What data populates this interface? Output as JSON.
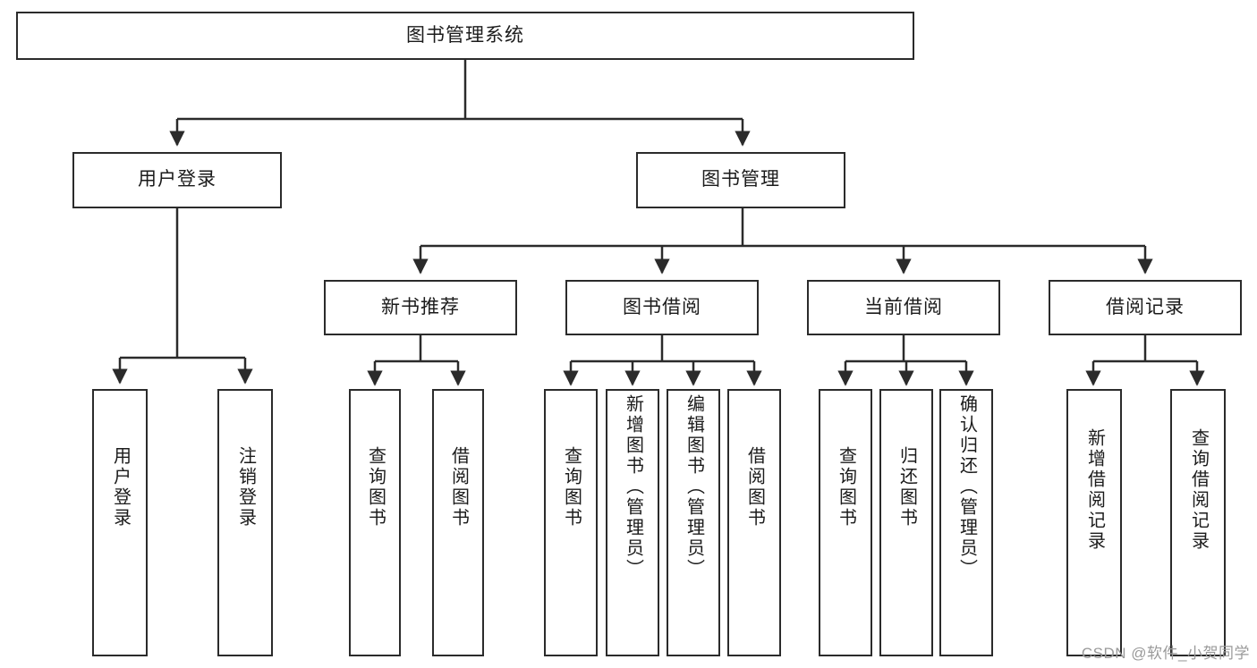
{
  "diagram": {
    "type": "tree-hierarchy-flowchart",
    "title": "图书管理系统",
    "colors": {
      "node_border": "#2b2b2b",
      "node_fill": "#ffffff",
      "edge": "#2b2b2b",
      "text": "#1b1b1b",
      "watermark": "#9a9a9a",
      "background": "#ffffff"
    },
    "root": {
      "label": "图书管理系统"
    },
    "level2": [
      {
        "label": "用户登录"
      },
      {
        "label": "图书管理"
      }
    ],
    "level3": [
      {
        "label": "新书推荐"
      },
      {
        "label": "图书借阅"
      },
      {
        "label": "当前借阅"
      },
      {
        "label": "借阅记录"
      }
    ],
    "leaves": {
      "user_login": [
        {
          "label": "用户登录"
        },
        {
          "label": "注销登录"
        }
      ],
      "new_book_recommend": [
        {
          "label": "查询图书"
        },
        {
          "label": "借阅图书"
        }
      ],
      "book_borrow": [
        {
          "label": "查询图书"
        },
        {
          "label": "新增图书（管理员）"
        },
        {
          "label": "编辑图书（管理员）"
        },
        {
          "label": "借阅图书"
        }
      ],
      "current_borrow": [
        {
          "label": "查询图书"
        },
        {
          "label": "归还图书"
        },
        {
          "label": "确认归还（管理员）"
        }
      ],
      "borrow_records": [
        {
          "label": "新增借阅记录"
        },
        {
          "label": "查询借阅记录"
        }
      ]
    }
  },
  "watermark": {
    "text": "CSDN @软件_小贺同学"
  }
}
